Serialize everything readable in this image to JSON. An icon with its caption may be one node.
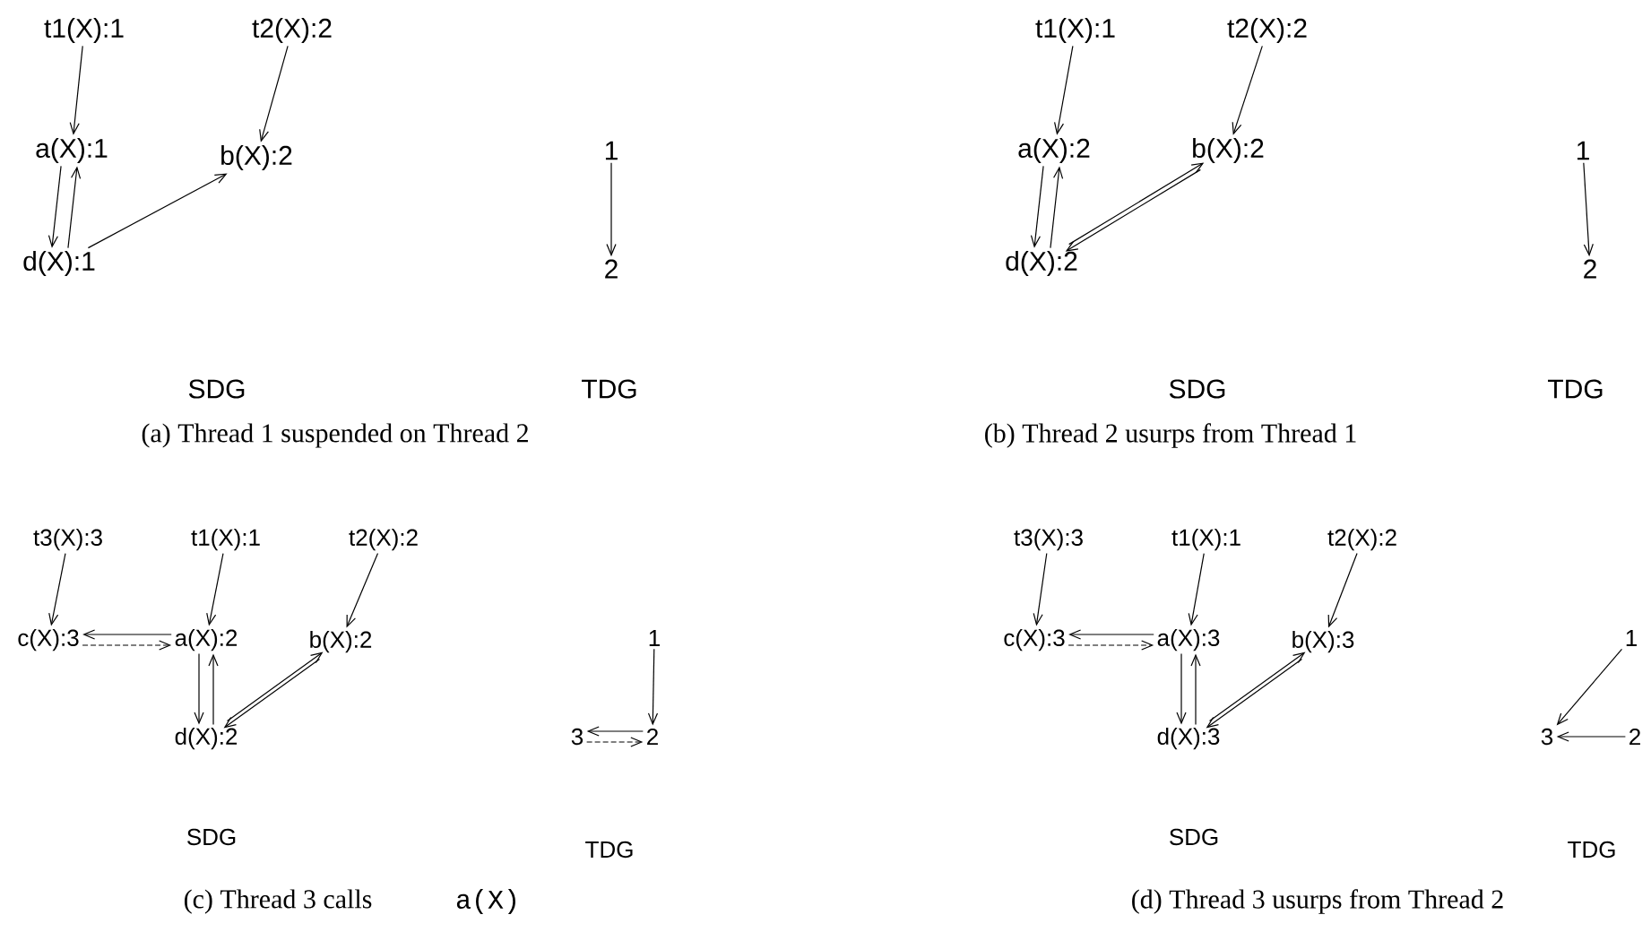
{
  "diagram": {
    "nodes": [
      {
        "text": [
          "t1(X):1"
        ]
      },
      {
        "text": [
          "t2(X):2"
        ]
      },
      {
        "text": [
          "a(X):1"
        ]
      },
      {
        "text": [
          "b(X):2"
        ]
      },
      {
        "text": [
          "d(X):1"
        ]
      },
      {
        "text": [
          "1"
        ]
      },
      {
        "text": [
          "2"
        ]
      },
      {
        "text": [
          "t1(X):1"
        ]
      },
      {
        "text": [
          "t2(X):2"
        ]
      },
      {
        "text": [
          "a(X):2"
        ]
      },
      {
        "text": [
          "b(X):2"
        ]
      },
      {
        "text": [
          "d(X):2"
        ]
      },
      {
        "text": [
          "1"
        ]
      },
      {
        "text": [
          "2"
        ]
      },
      {
        "text": [
          "t3(X):3"
        ]
      },
      {
        "text": [
          "t1(X):1"
        ]
      },
      {
        "text": [
          "t2(X):2"
        ]
      },
      {
        "text": [
          "c(X):3"
        ]
      },
      {
        "text": [
          "a(X):2"
        ]
      },
      {
        "text": [
          "b(X):2"
        ]
      },
      {
        "text": [
          "d(X):2"
        ]
      },
      {
        "text": [
          "1"
        ]
      },
      {
        "text": [
          "3"
        ]
      },
      {
        "text": [
          "2"
        ]
      },
      {
        "text": [
          "t3(X):3"
        ]
      },
      {
        "text": [
          "t1(X):1"
        ]
      },
      {
        "text": [
          "t2(X):2"
        ]
      },
      {
        "text": [
          "c(X):3"
        ]
      },
      {
        "text": [
          "a(X):3"
        ]
      },
      {
        "text": [
          "b(X):3"
        ]
      },
      {
        "text": [
          "d(X):3"
        ]
      },
      {
        "text": [
          "1"
        ]
      },
      {
        "text": [
          "3"
        ]
      },
      {
        "text": [
          "2"
        ]
      }
    ],
    "edges": [
      {
        "from": 0,
        "to": 2,
        "arrow": "to"
      },
      {
        "from": 1,
        "to": 3,
        "arrow": "to"
      },
      {
        "from": 2,
        "to": 4,
        "arrow": "to"
      },
      {
        "from": 4,
        "to": 2,
        "arrow": "to"
      },
      {
        "from": 4,
        "to": 3,
        "arrow": "to"
      },
      {
        "from": 5,
        "to": 6,
        "arrow": "to"
      },
      {
        "from": 7,
        "to": 9,
        "arrow": "to"
      },
      {
        "from": 8,
        "to": 10,
        "arrow": "to"
      },
      {
        "from": 9,
        "to": 11,
        "arrow": "to"
      },
      {
        "from": 11,
        "to": 9,
        "arrow": "to"
      },
      {
        "from": 11,
        "to": 10,
        "arrow": "to"
      },
      {
        "from": 10,
        "to": 11,
        "arrow": "to"
      },
      {
        "from": 12,
        "to": 13,
        "arrow": "to"
      },
      {
        "from": 14,
        "to": 17,
        "arrow": "to"
      },
      {
        "from": 15,
        "to": 18,
        "arrow": "to"
      },
      {
        "from": 16,
        "to": 19,
        "arrow": "to"
      },
      {
        "from": 17,
        "to": 18,
        "arrow": "to",
        "style": "dashed"
      },
      {
        "from": 18,
        "to": 17,
        "arrow": "to"
      },
      {
        "from": 18,
        "to": 20,
        "arrow": "to"
      },
      {
        "from": 20,
        "to": 18,
        "arrow": "to"
      },
      {
        "from": 20,
        "to": 19,
        "arrow": "to"
      },
      {
        "from": 19,
        "to": 20,
        "arrow": "to"
      },
      {
        "from": 21,
        "to": 23,
        "arrow": "to"
      },
      {
        "from": 22,
        "to": 23,
        "arrow": "to",
        "style": "dashed"
      },
      {
        "from": 23,
        "to": 22,
        "arrow": "to"
      },
      {
        "from": 24,
        "to": 27,
        "arrow": "to"
      },
      {
        "from": 25,
        "to": 28,
        "arrow": "to"
      },
      {
        "from": 26,
        "to": 29,
        "arrow": "to"
      },
      {
        "from": 27,
        "to": 28,
        "arrow": "to",
        "style": "dashed"
      },
      {
        "from": 28,
        "to": 27,
        "arrow": "to"
      },
      {
        "from": 28,
        "to": 30,
        "arrow": "to"
      },
      {
        "from": 30,
        "to": 28,
        "arrow": "to"
      },
      {
        "from": 30,
        "to": 29,
        "arrow": "to"
      },
      {
        "from": 29,
        "to": 30,
        "arrow": "to"
      },
      {
        "from": 31,
        "to": 32,
        "arrow": "to"
      },
      {
        "from": 33,
        "to": 32,
        "arrow": "to"
      }
    ],
    "labels": [
      "SDG",
      "TDG",
      "SDG",
      "TDG",
      "(a) Thread 1 suspended on Thread 2",
      "(b) Thread 2 usurps from Thread 1",
      "SDG",
      "TDG",
      "SDG",
      "TDG",
      "(c) Thread 3 calls",
      "a(X)",
      "(d) Thread 3 usurps from Thread 2"
    ]
  }
}
